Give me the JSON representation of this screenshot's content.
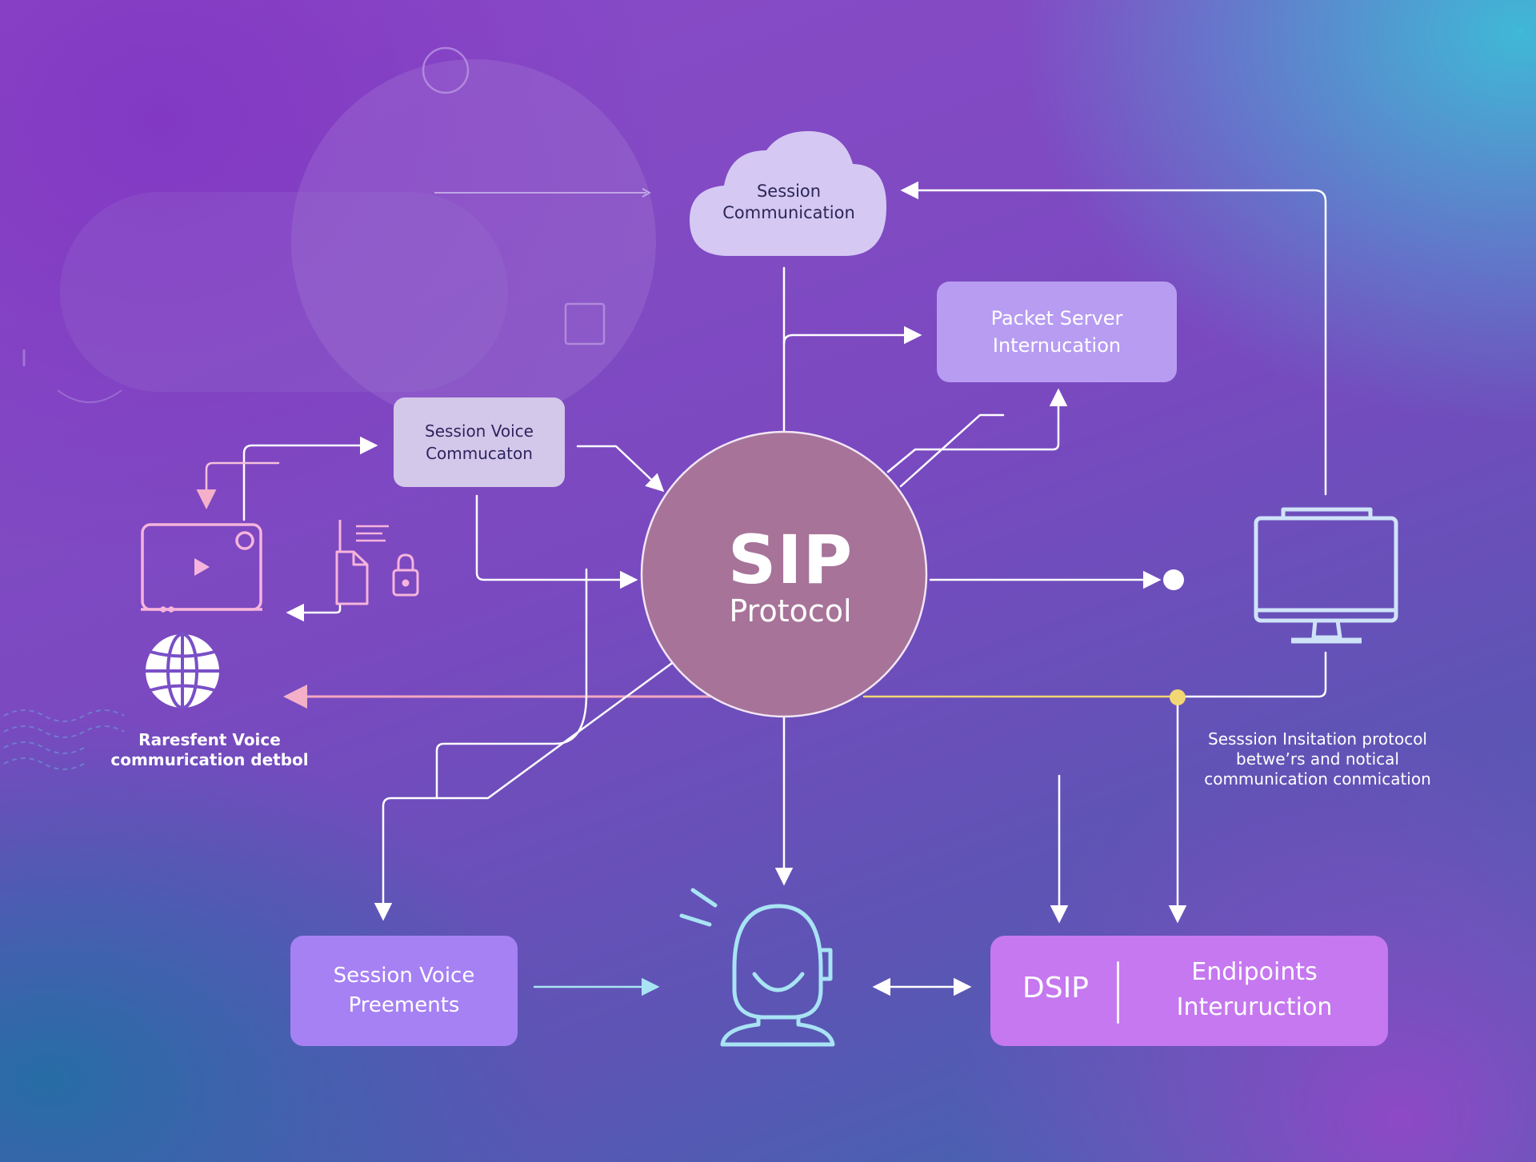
{
  "diagram": {
    "cloud": {
      "label": "Session\nCommunication"
    },
    "packet_server": {
      "label": "Packet Server\nInternucation"
    },
    "session_voice_comm": {
      "label": "Session Voice\nCommucaton"
    },
    "sip_center": {
      "title": "SIP",
      "subtitle": "Protocol"
    },
    "left_caption": "Raresfent Voice\ncommurication detbol",
    "right_caption": "Sesssion Insitation protocol\nbetweʼrs and notical\ncommunication conmication",
    "session_voice_premients": {
      "label": "Session Voice\nPreements"
    },
    "dsip_box": {
      "left_label": "DSIP",
      "right_label": "Endipoints\nInteruruction"
    },
    "icons": [
      "video-player-icon",
      "document-lock-icon",
      "globe-icon",
      "monitor-icon",
      "headset-agent-icon",
      "cloud-icon"
    ],
    "colors": {
      "line": "#ffffff",
      "line_cyan": "#a8e4f4",
      "line_pink": "#f2a3c4",
      "line_yellow": "#f3d774",
      "sip_circle": "#a77399",
      "accent_pink": "#f6b4dc"
    }
  }
}
